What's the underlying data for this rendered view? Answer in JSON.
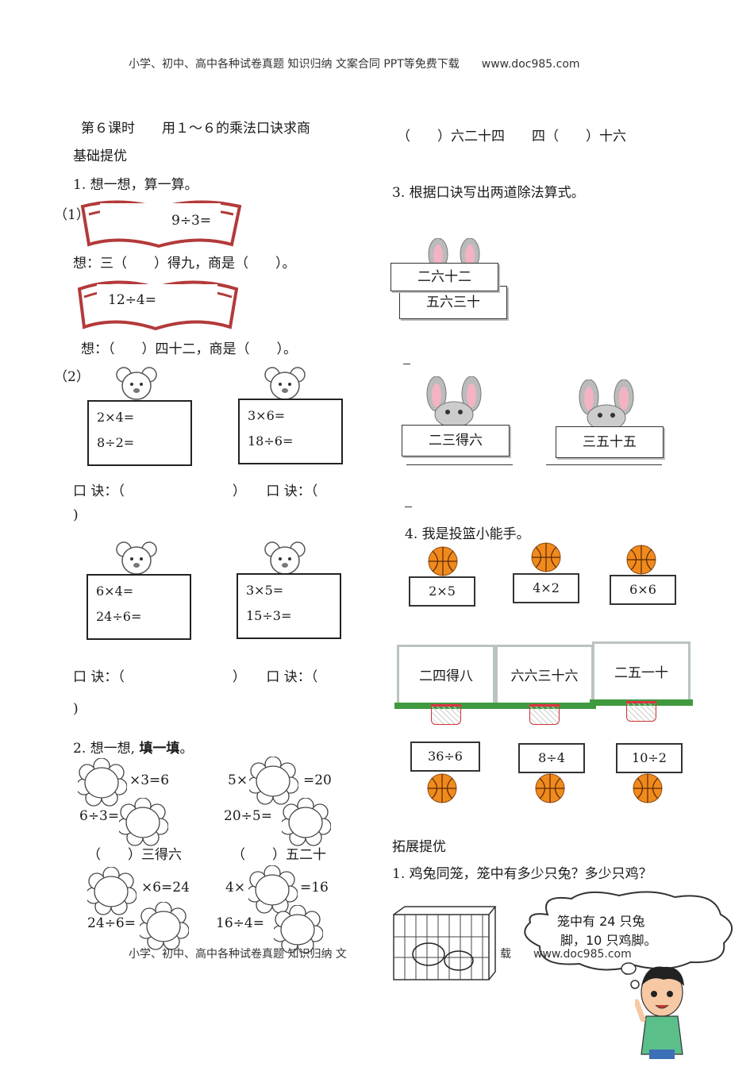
{
  "header": "小学、初中、高中各种试卷真题 知识归纳 文案合同 PPT等免费下载　　www.doc985.com",
  "footer": {
    "left": "小学、初中、高中各种试卷真题 知识归纳 文",
    "right": "载　　www.doc985.com"
  },
  "lesson_title": "第６课时　　用１～６的乘法口诀求商",
  "section_basic": "基础提优",
  "q1": {
    "title": "1. 想一想，算一算。",
    "part1_label": "（1）",
    "book1": "9÷3=",
    "think1": "想：三（　　）得九，商是（　　）。",
    "book2": "12÷4=",
    "think2": "想：（　　）四十二，商是（　　）。",
    "part2_label": "（2）",
    "boxes": [
      {
        "line1": "2×4=",
        "line2": "8÷2="
      },
      {
        "line1": "3×6=",
        "line2": "18÷6="
      },
      {
        "line1": "6×4=",
        "line2": "24÷6="
      },
      {
        "line1": "3×5=",
        "line2": "15÷3="
      }
    ],
    "koujue_row1": "口 诀：（　　　　　　　　）　　口 诀：（",
    "koujue_row2": "口 诀：（　　　　　　　　）　　口 诀：（",
    "close_paren": ")"
  },
  "q2": {
    "title": "2. 想一想,",
    "title_bold": "填一填",
    "title_end": "。",
    "items": [
      "×3=6",
      "5×",
      "=20",
      "6÷3=",
      "20÷5=",
      "（　　）三得六",
      "（　　）五二十",
      "×6=24",
      "4×",
      "=16",
      "24÷6=",
      "16÷4="
    ]
  },
  "right_top": "（　　）六二十四　　四（　　）十六",
  "q3": {
    "title": "3. 根据口诀写出两道除法算式。",
    "cards": [
      "二六十二",
      "五六三十",
      "二三得六",
      "三五十五"
    ]
  },
  "q4": {
    "title": "4. 我是投篮小能手。",
    "top_boxes": [
      "2×5",
      "4×2",
      "6×6"
    ],
    "boards": [
      "二四得八",
      "六六三十六",
      "二五一十"
    ],
    "bottom_boxes": [
      "36÷6",
      "8÷4",
      "10÷2"
    ]
  },
  "section_ext": "拓展提优",
  "ext_q1": "1. 鸡兔同笼，笼中有多少只兔？多少只鸡？",
  "bubble": {
    "line1": "笼中有 24 只兔",
    "line2": "脚，10 只鸡脚。"
  },
  "colors": {
    "book": "#b33a3a",
    "ball": "#f08a1c",
    "rim": "#3f9a3f"
  }
}
